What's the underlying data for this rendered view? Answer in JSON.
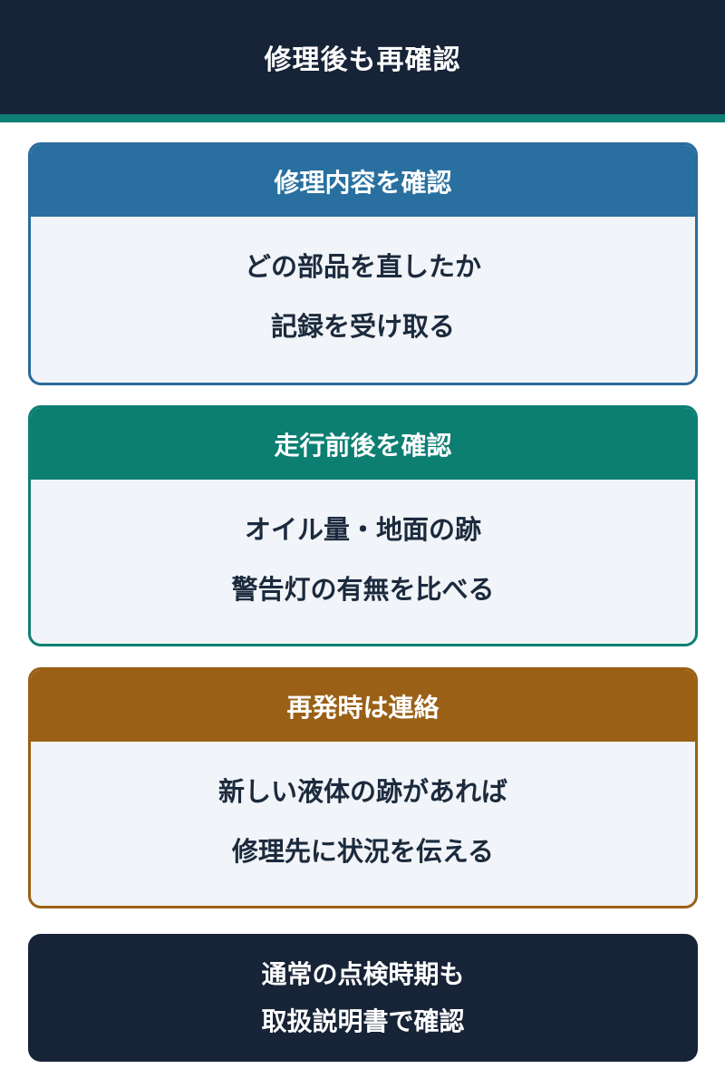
{
  "header": {
    "title": "修理後も再確認"
  },
  "colors": {
    "header_bg": "#172336",
    "accent_stripe": "#0e7f74",
    "card1_accent": "#2970a0",
    "card2_accent": "#0c7e72",
    "card3_accent": "#9a6016",
    "card_body_bg": "#f1f4f8",
    "body_text": "#1c2a3d"
  },
  "cards": [
    {
      "title": "修理内容を確認",
      "lines": [
        "どの部品を直したか",
        "記録を受け取る"
      ]
    },
    {
      "title": "走行前後を確認",
      "lines": [
        "オイル量・地面の跡",
        "警告灯の有無を比べる"
      ]
    },
    {
      "title": "再発時は連絡",
      "lines": [
        "新しい液体の跡があれば",
        "修理先に状況を伝える"
      ]
    }
  ],
  "footer": {
    "lines": [
      "通常の点検時期も",
      "取扱説明書で確認"
    ]
  }
}
